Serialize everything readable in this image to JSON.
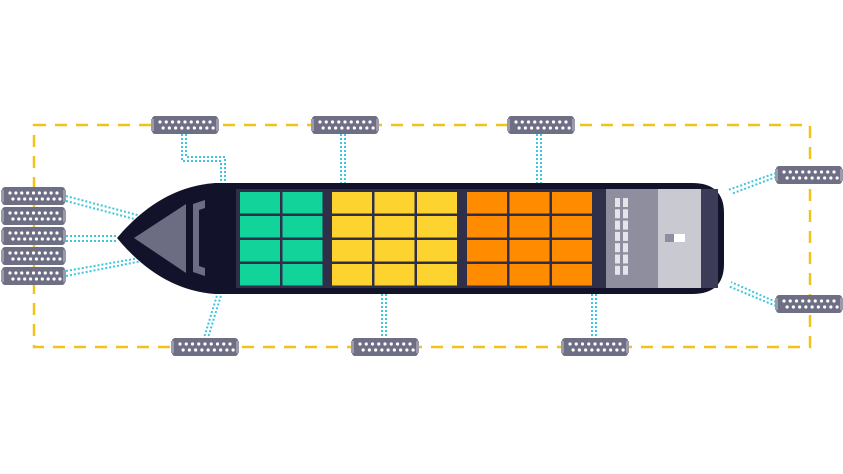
{
  "colors": {
    "boundary": "#f2c21b",
    "mooring_line": "#3ec6de",
    "hull": "#12122b",
    "deck": "#2f2f4a",
    "stern": "#3c3c58",
    "bow_plate": "#6c6c82",
    "bridge_dark": "#8e8e9e",
    "bridge_light": "#c9c9d2",
    "fender": "#6e6e84",
    "fender_dot": "#ffffff"
  },
  "cargo_groups": [
    {
      "name": "green",
      "color": "#12d39a",
      "cols": 2,
      "rows": 4
    },
    {
      "name": "yellow",
      "color": "#fdd330",
      "cols": 3,
      "rows": 4
    },
    {
      "name": "orange",
      "color": "#ff8c00",
      "cols": 3,
      "rows": 4
    }
  ],
  "bridge_windows": {
    "cols": 2,
    "rows": 7
  }
}
